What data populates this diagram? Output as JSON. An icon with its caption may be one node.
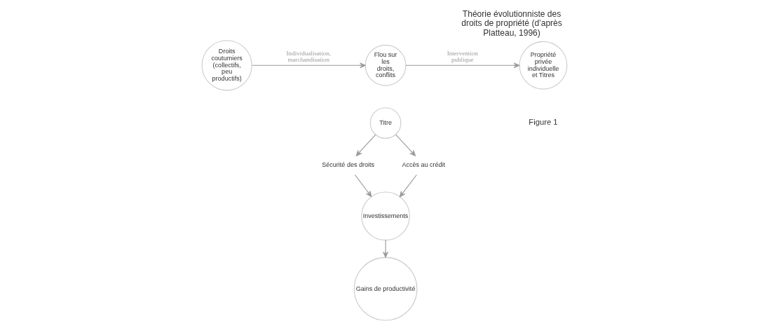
{
  "diagram": {
    "title": "Théorie évolutionniste des droits de propriété (d’après Platteau, 1996)",
    "nodes": [
      {
        "text": [
          "Droits coutumiers (collectifs, peu productifs)"
        ]
      },
      {
        "text": [
          "Flou sur les droits, conflits"
        ]
      },
      {
        "text": [
          "Propriété privée individuelle et Titres"
        ]
      },
      {
        "text": [
          "Titre"
        ]
      },
      {
        "text": [
          "Sécurité des droits"
        ]
      },
      {
        "text": [
          "Accès au crédit"
        ]
      },
      {
        "text": [
          "Investissements"
        ]
      },
      {
        "text": [
          "Gains de productivité"
        ]
      }
    ],
    "edges": [
      {
        "from": 0,
        "to": 1,
        "arrow": "to",
        "label": "Individualisation, marchandisation"
      },
      {
        "from": 1,
        "to": 2,
        "arrow": "to",
        "label": "Intervention publique"
      },
      {
        "from": 3,
        "to": 4,
        "arrow": "to"
      },
      {
        "from": 3,
        "to": 5,
        "arrow": "to"
      },
      {
        "from": 4,
        "to": 6,
        "arrow": "to"
      },
      {
        "from": 5,
        "to": 6,
        "arrow": "to"
      },
      {
        "from": 6,
        "to": 7,
        "arrow": "to"
      }
    ],
    "labels": [
      "Figure 1"
    ]
  }
}
